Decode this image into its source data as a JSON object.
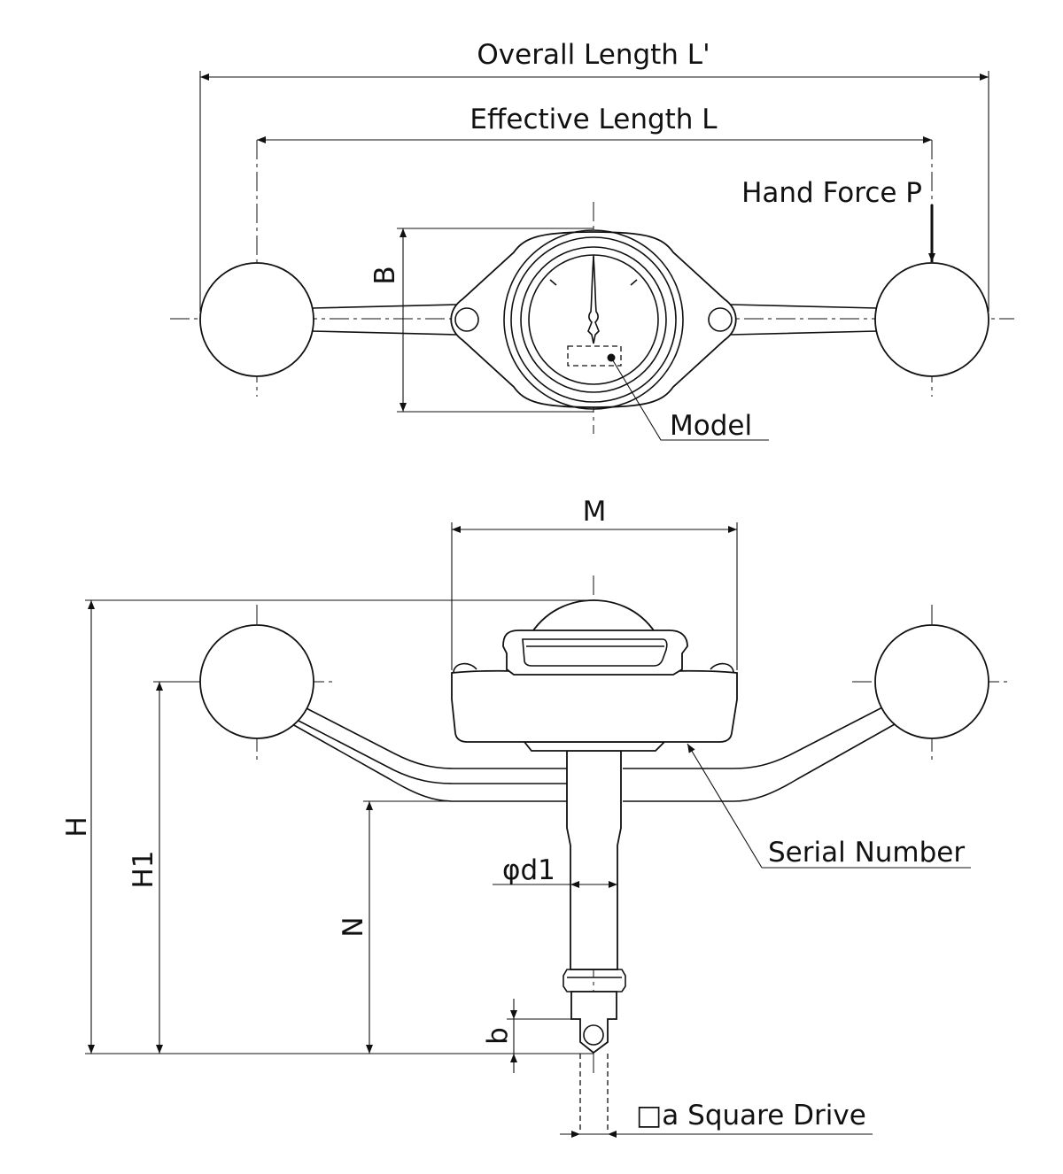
{
  "labels": {
    "overall_length": "Overall Length L'",
    "effective_length": "Effective Length L",
    "hand_force": "Hand Force P",
    "dim_b_top": "B",
    "model": "Model",
    "dim_m": "M",
    "dim_h": "H",
    "dim_h1": "H1",
    "dim_n": "N",
    "dim_d1": "φd1",
    "serial_number": "Serial Number",
    "dim_b_small": "b",
    "square_drive": "□a Square Drive"
  }
}
